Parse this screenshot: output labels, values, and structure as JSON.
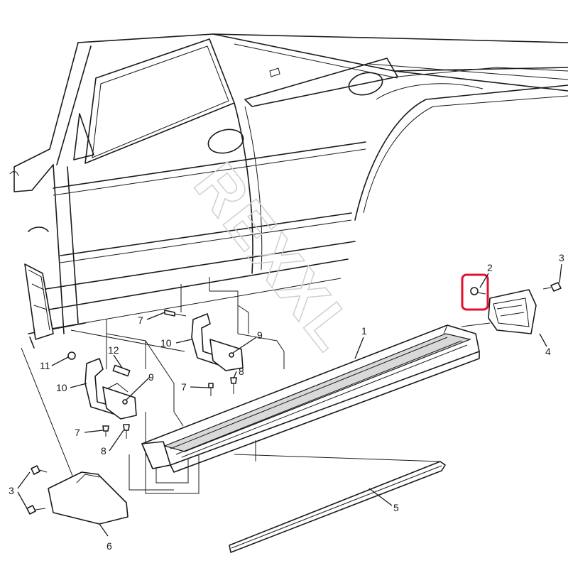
{
  "watermark": "REXXL",
  "highlight_color": "#e3112f",
  "callouts": [
    {
      "id": "c1",
      "label": "1"
    },
    {
      "id": "c2",
      "label": "2"
    },
    {
      "id": "c3a",
      "label": "3"
    },
    {
      "id": "c3b",
      "label": "3"
    },
    {
      "id": "c4",
      "label": "4"
    },
    {
      "id": "c5",
      "label": "5"
    },
    {
      "id": "c6",
      "label": "6"
    },
    {
      "id": "c7a",
      "label": "7"
    },
    {
      "id": "c7b",
      "label": "7"
    },
    {
      "id": "c7c",
      "label": "7"
    },
    {
      "id": "c8a",
      "label": "8"
    },
    {
      "id": "c8b",
      "label": "8"
    },
    {
      "id": "c9a",
      "label": "9"
    },
    {
      "id": "c9b",
      "label": "9"
    },
    {
      "id": "c10a",
      "label": "10"
    },
    {
      "id": "c10b",
      "label": "10"
    },
    {
      "id": "c11",
      "label": "11"
    },
    {
      "id": "c12",
      "label": "12"
    }
  ]
}
